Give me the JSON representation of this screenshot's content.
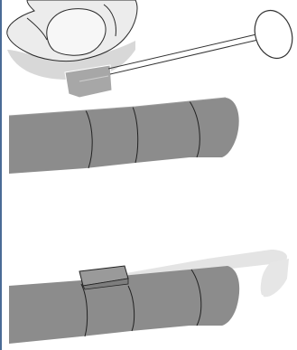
{
  "diagram": {
    "panels": [
      {
        "name": "step-1-hand-holds-loop-pull-tab"
      },
      {
        "name": "step-2-wrapped-bar"
      },
      {
        "name": "step-3-tab-pulled-through"
      }
    ]
  },
  "colors": {
    "background": "#ffffff",
    "frame": "#4a6b96",
    "bar_fill": "#8c8c8c",
    "bar_stroke": "#222222",
    "hand_fill": "#e9e9e9",
    "hand_shadow": "#d4d4d4",
    "tab_fill": "#a9a9a9",
    "loop_stroke": "#333333",
    "light_strip": "#e2e2e2"
  }
}
